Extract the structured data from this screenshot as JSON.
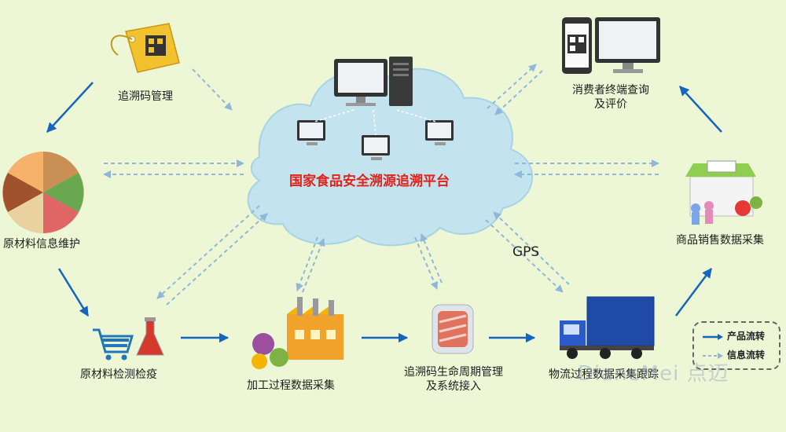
{
  "platform": {
    "title": "国家食品安全溯源追溯平台"
  },
  "nodes": {
    "trace_code": "追溯码管理",
    "raw_material": "原材料信息维护",
    "inspection": "原材料检测检疫",
    "processing": "加工过程数据采集",
    "lifecycle_line1": "追溯码生命周期管理",
    "lifecycle_line2": "及系统接入",
    "logistics": "物流过程数据采集跟踪",
    "sales": "商品销售数据采集",
    "consumer_line1": "消费者终端查询",
    "consumer_line2": "及评价"
  },
  "gps_label": "GPS",
  "legend": {
    "product_flow": "产品流转",
    "info_flow": "信息流转"
  },
  "watermark": "DianeMei 点迈",
  "colors": {
    "background": "#edf7d6",
    "cloud": "#c3e4ef",
    "product_arrow": "#1565c0",
    "info_arrow": "#8fb8d8",
    "title": "#e2231a"
  }
}
